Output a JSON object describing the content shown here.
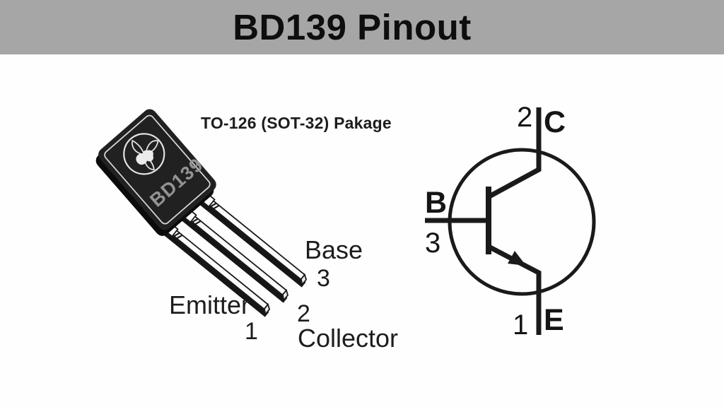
{
  "header": {
    "title": "BD139 Pinout"
  },
  "package": {
    "type_label": "TO-126 (SOT-32) Pakage",
    "marking": "BD139",
    "pins": {
      "emitter": {
        "name": "Emitter",
        "number": "1"
      },
      "collector": {
        "name": "Collector",
        "number": "2"
      },
      "base": {
        "name": "Base",
        "number": "3"
      }
    }
  },
  "symbol": {
    "type": "NPN transistor symbol",
    "collector": {
      "letter": "C",
      "number": "2"
    },
    "base": {
      "letter": "B",
      "number": "3"
    },
    "emitter": {
      "letter": "E",
      "number": "1"
    }
  },
  "colors": {
    "header_bg": "#a6a6a6",
    "title_text": "#0e0e0e",
    "label_text": "#1d1d1d",
    "package_body": "#212121",
    "package_side": "#0b0b0b",
    "package_outline": "#d9d9d9",
    "marking_text": "#939393",
    "line_art": "#1a1a1a",
    "background": "#fefefe"
  }
}
